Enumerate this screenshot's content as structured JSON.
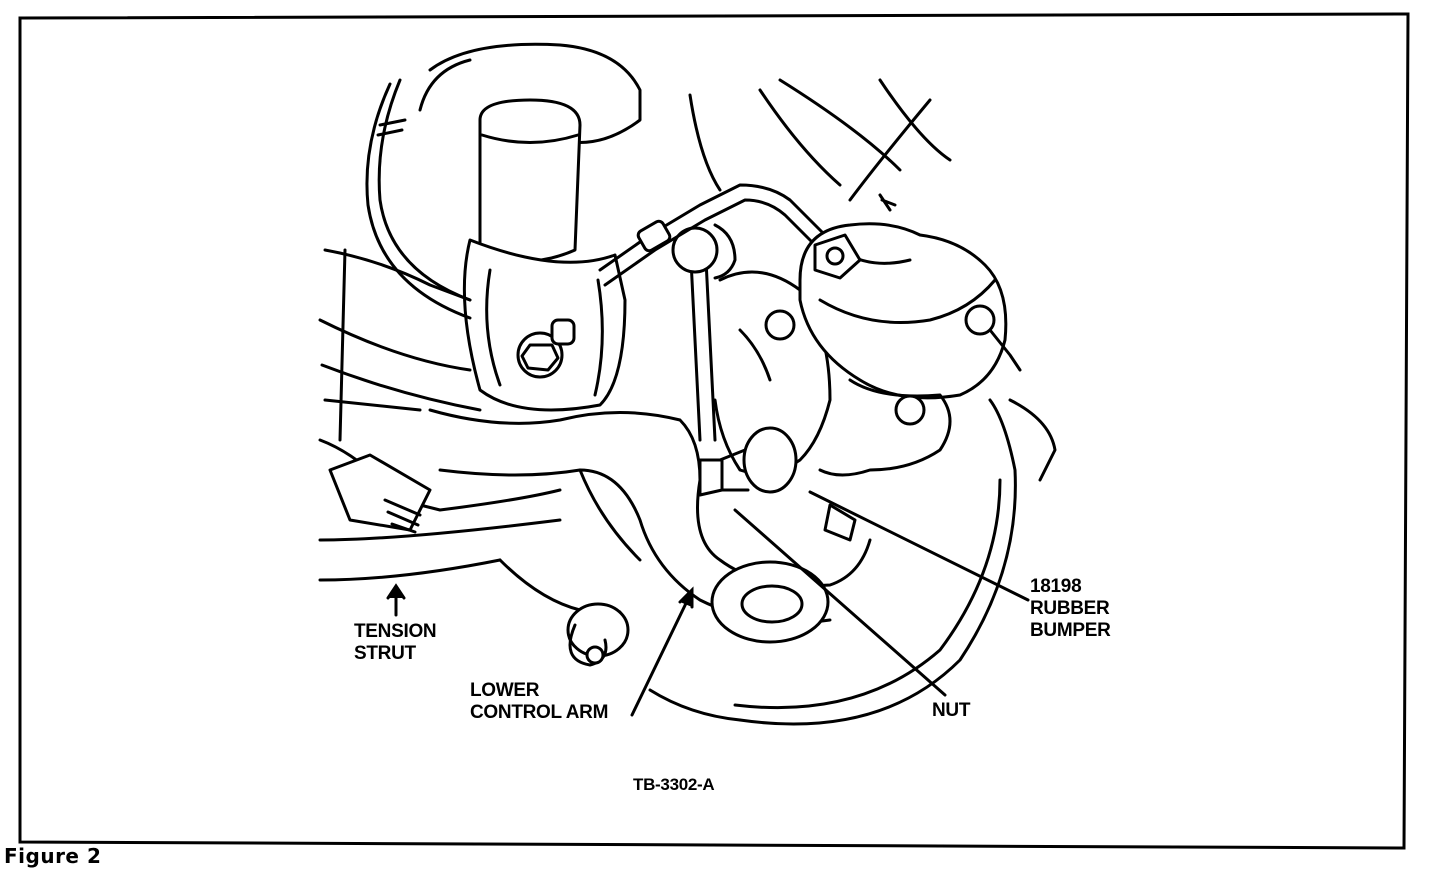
{
  "figure_caption": "Figure 2",
  "diagram_id": "TB-3302-A",
  "callouts": {
    "tension_strut": "TENSION\nSTRUT",
    "lower_control_arm": "LOWER\nCONTROL ARM",
    "rubber_bumper": "18198\nRUBBER\nBUMPER",
    "nut": "NUT"
  },
  "colors": {
    "ink": "#000000",
    "paper": "#ffffff"
  }
}
